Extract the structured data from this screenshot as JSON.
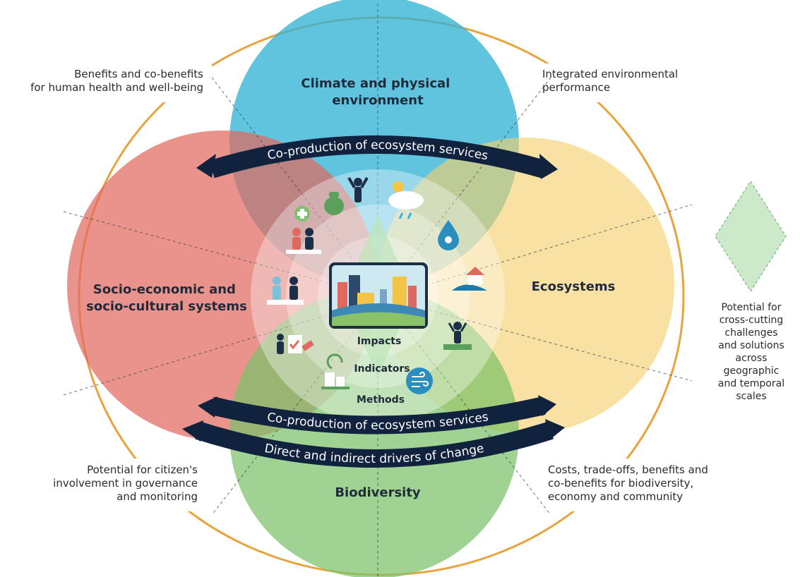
{
  "colors": {
    "climate": "#35b3d6",
    "ecosystems": "#f6cf6b",
    "biodiversity": "#7cc26a",
    "socio": "#e0695f",
    "outer_ring": "#e8a33c",
    "arrow": "#10223d",
    "legend_diamond": "#b7e0b3"
  },
  "circles": {
    "climate": "Climate and physical\nenvironment",
    "ecosystems": "Ecosystems",
    "biodiversity": "Biodiversity",
    "socio": "Socio-economic and\nsocio-cultural systems"
  },
  "corners": {
    "top_left": "Benefits and co-benefits\nfor human health and well-being",
    "top_right": "Integrated environmental\nperformance",
    "bottom_left": "Potential for citizen's\ninvolvement in governance\nand monitoring",
    "bottom_right": "Costs, trade-offs, benefits and\nco-benefits for biodiversity,\neconomy and community"
  },
  "arrows": {
    "top": "Co-production of ecosystem services",
    "bottom_1": "Co-production of ecosystem services",
    "bottom_2": "Direct and indirect drivers of change"
  },
  "core": {
    "impacts": "Impacts",
    "indicators": "Indicators",
    "methods": "Methods"
  },
  "legend": {
    "text": "Potential for\ncross-cutting\nchallenges\nand solutions\nacross\ngeographic\nand temporal\nscales"
  },
  "icons": [
    "health-cross-icon",
    "money-bag-icon",
    "person-raised-arms-icon",
    "weather-cloud-icon",
    "water-drop-icon",
    "house-icon",
    "people-icon",
    "handshake-icon",
    "checklist-icon",
    "recycle-building-icon",
    "wind-icon",
    "person-nature-icon",
    "city-illustration"
  ]
}
